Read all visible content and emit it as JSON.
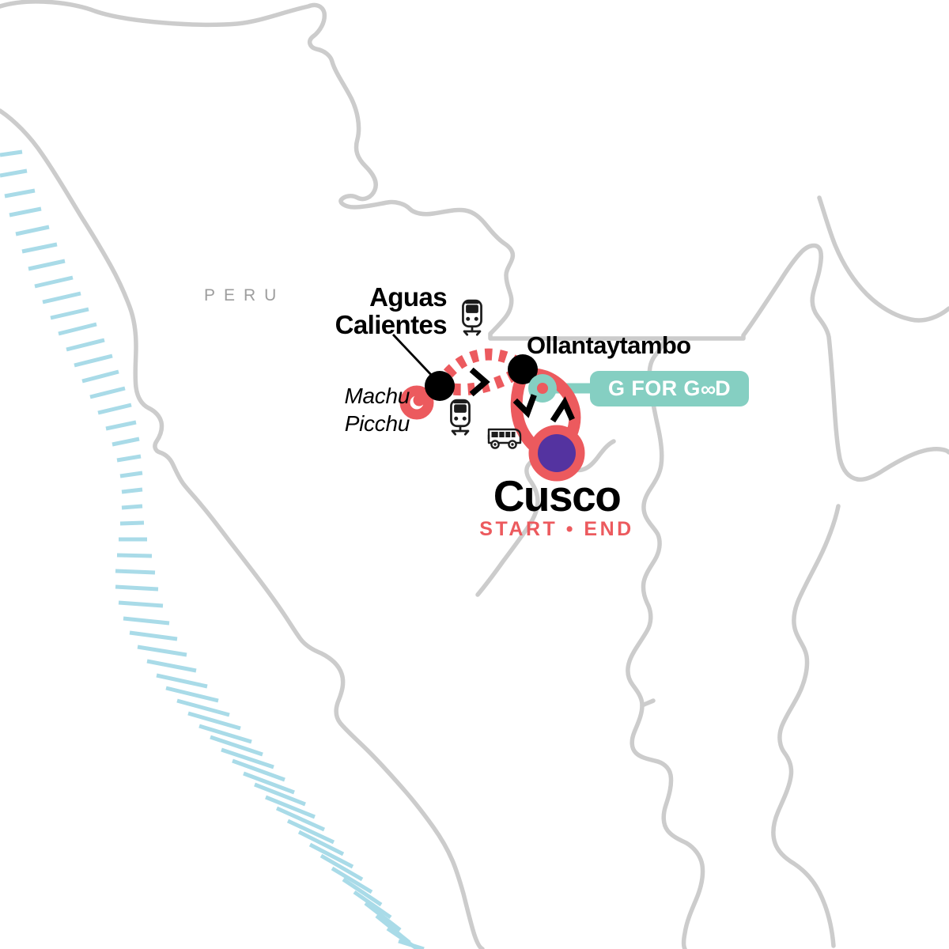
{
  "map": {
    "country_label": "PERU",
    "background_color": "#ffffff",
    "border_color": "#cccccc",
    "coast_hatch_color": "#a9dbe8",
    "route_color": "#ec5a5e",
    "gforgood_color": "#85cfc2",
    "start_end_marker_color": "#5433a0",
    "city_dot_color": "#000000"
  },
  "places": [
    {
      "id": "aguas-calientes",
      "name": "Aguas Calientes",
      "name_line1": "Aguas",
      "name_line2": "Calientes",
      "marker": "black-dot",
      "italic": false
    },
    {
      "id": "machu-picchu",
      "name": "Machu Picchu",
      "name_line1": "Machu",
      "name_line2": "Picchu",
      "marker": "red-ring",
      "italic": true
    },
    {
      "id": "ollantaytambo",
      "name": "Ollantaytambo",
      "name_line1": "Ollantaytambo",
      "name_line2": "",
      "marker": "black-dot",
      "italic": false
    },
    {
      "id": "cusco",
      "name": "Cusco",
      "name_line1": "Cusco",
      "name_line2": "",
      "marker": "purple-start-end",
      "italic": false,
      "sublabel": "START • END"
    }
  ],
  "badges": [
    {
      "id": "g-for-good",
      "text_before": "G FOR G",
      "text_infinity": "∞",
      "text_after": "D",
      "full_text": "G FOR GOOD"
    }
  ],
  "transport_icons": [
    {
      "id": "train-upper",
      "name": "train-icon",
      "label": "train"
    },
    {
      "id": "train-lower",
      "name": "train-icon",
      "label": "train"
    },
    {
      "id": "bus",
      "name": "bus-icon",
      "label": "bus"
    }
  ],
  "route_segments": [
    {
      "id": "machu-to-aguas",
      "style": "solid",
      "color": "#ec5a5e"
    },
    {
      "id": "aguas-to-ollantaytambo-north",
      "style": "railway-dashed",
      "color": "#ec5a5e"
    },
    {
      "id": "aguas-to-ollantaytambo-south",
      "style": "railway-dashed",
      "color": "#ec5a5e"
    },
    {
      "id": "ollantaytambo-to-cusco-west",
      "style": "solid",
      "color": "#ec5a5e"
    },
    {
      "id": "cusco-to-ollantaytambo-east",
      "style": "solid",
      "color": "#ec5a5e"
    }
  ]
}
